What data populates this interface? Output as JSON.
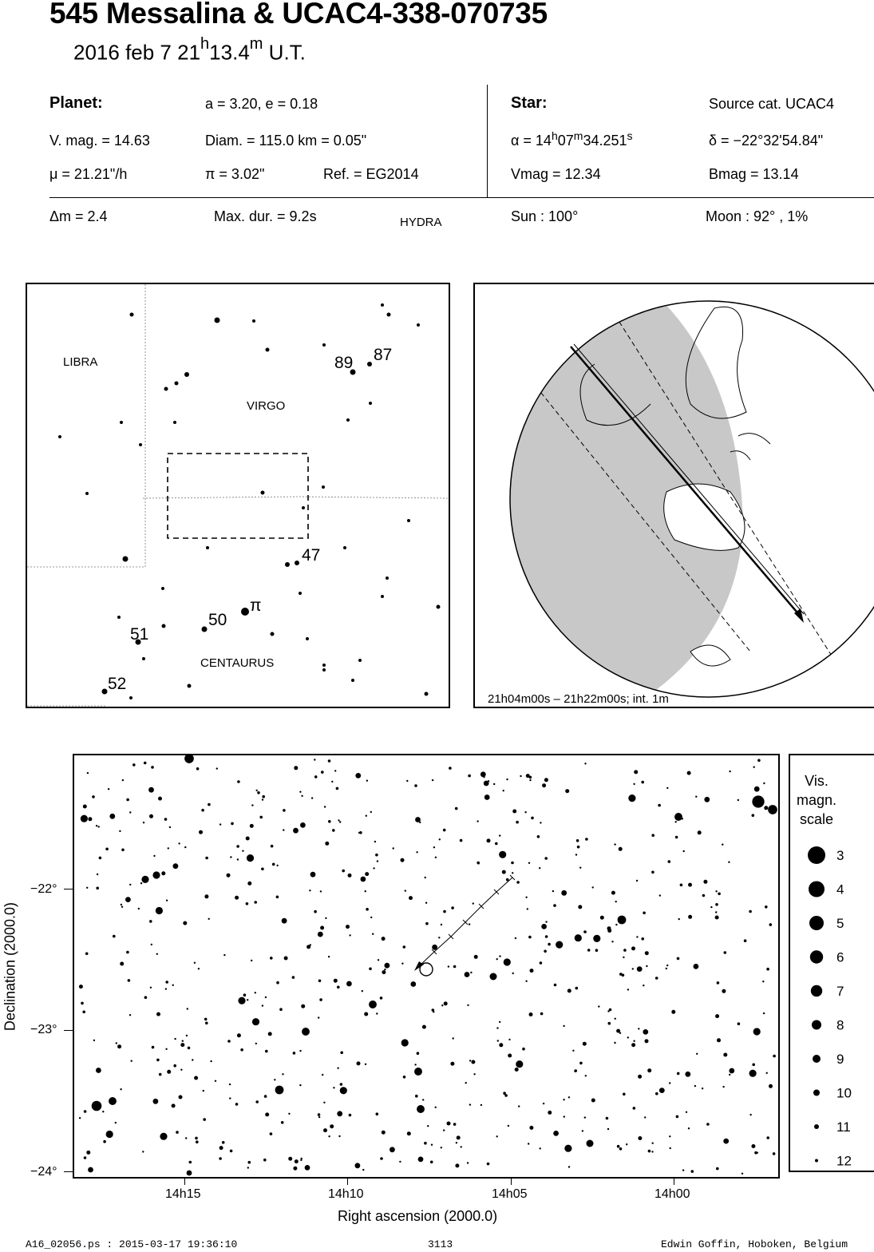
{
  "header": {
    "title": "545 Messalina  &  UCAC4-338-070735",
    "subtitle_date": "2016 feb  7  21",
    "subtitle_h": "h",
    "subtitle_min": "13.4",
    "subtitle_m": "m",
    "subtitle_ut": " U.T."
  },
  "planet": {
    "label": "Planet:",
    "orbit": "a = 3.20, e = 0.18",
    "vmag": "V. mag. = 14.63",
    "diam": "Diam. = 115.0 km = 0.05\"",
    "mu": "μ =  21.21\"/h",
    "pi": "π =  3.02\"",
    "ref": "Ref. = EG2014"
  },
  "star": {
    "label": "Star:",
    "source": "Source cat.  UCAC4",
    "alpha_prefix": "α = 14",
    "alpha_h": "h",
    "alpha_min": "07",
    "alpha_m": "m",
    "alpha_sec": "34.251",
    "alpha_s": "s",
    "delta": "δ = −22°32'54.84\"",
    "vmag": "Vmag = 12.34",
    "bmag": "Bmag = 13.14"
  },
  "event": {
    "dm": "Δm = 2.4",
    "maxdur": "Max. dur. = 9.2s",
    "constellation": "HYDRA",
    "sun": "Sun : 100°",
    "moon": "Moon :  92° ,  1%"
  },
  "finder": {
    "constellations": [
      "LIBRA",
      "VIRGO",
      "CENTAURUS"
    ],
    "star_labels": [
      "89",
      "87",
      "47",
      "50",
      "π",
      "51",
      "52"
    ]
  },
  "globe": {
    "caption": "21h04m00s – 21h22m00s; int.  1m"
  },
  "starchart": {
    "ylabel": "Declination (2000.0)",
    "xlabel": "Right ascension (2000.0)",
    "yticks": [
      "−22°",
      "−23°",
      "−24°"
    ],
    "xticks": [
      "14h15",
      "14h10",
      "14h05",
      "14h00"
    ]
  },
  "scale": {
    "title_lines": [
      "Vis.",
      "magn.",
      "scale"
    ],
    "mags": [
      "3",
      "4",
      "5",
      "6",
      "7",
      "8",
      "9",
      "10",
      "11",
      "12"
    ]
  },
  "footer": {
    "file": "A16_02056.ps : 2015-03-17 19:36:10",
    "page": "3113",
    "author": "Edwin Goffin, Hoboken, Belgium"
  }
}
